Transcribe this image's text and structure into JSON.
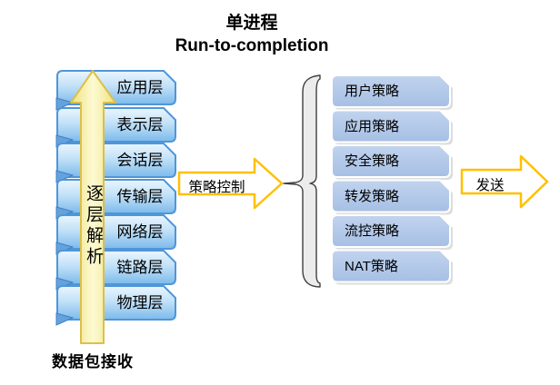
{
  "title": {
    "line1": "单进程",
    "line2": "Run-to-completion"
  },
  "osi_stack": {
    "layers": [
      "应用层",
      "表示层",
      "会话层",
      "传输层",
      "网络层",
      "链路层",
      "物理层"
    ],
    "upward_arrow_label": "逐层解析",
    "bottom_label": "数据包接收"
  },
  "policy_flow": {
    "control_arrow_label": "策略控制",
    "policies": [
      "用户策略",
      "应用策略",
      "安全策略",
      "转发策略",
      "流控策略",
      "NAT策略"
    ],
    "send_arrow_label": "发送"
  },
  "colors": {
    "layer_box_border": "#4f96d9",
    "layer_box_fill_top": "#eaf6fe",
    "layer_box_fill_bottom": "#7cbaeb",
    "fold_fill": "#63a2dd",
    "policy_box_fill": "#b2c9e8",
    "policy_box_border": "#ffffff",
    "flow_arrow_outline": "#ffc000",
    "up_arrow_fill": "#fbf5ad",
    "up_arrow_border": "#dcc04a",
    "brace_fill": "#ececec",
    "brace_stroke": "#3f3f3f",
    "text": "#000000"
  }
}
